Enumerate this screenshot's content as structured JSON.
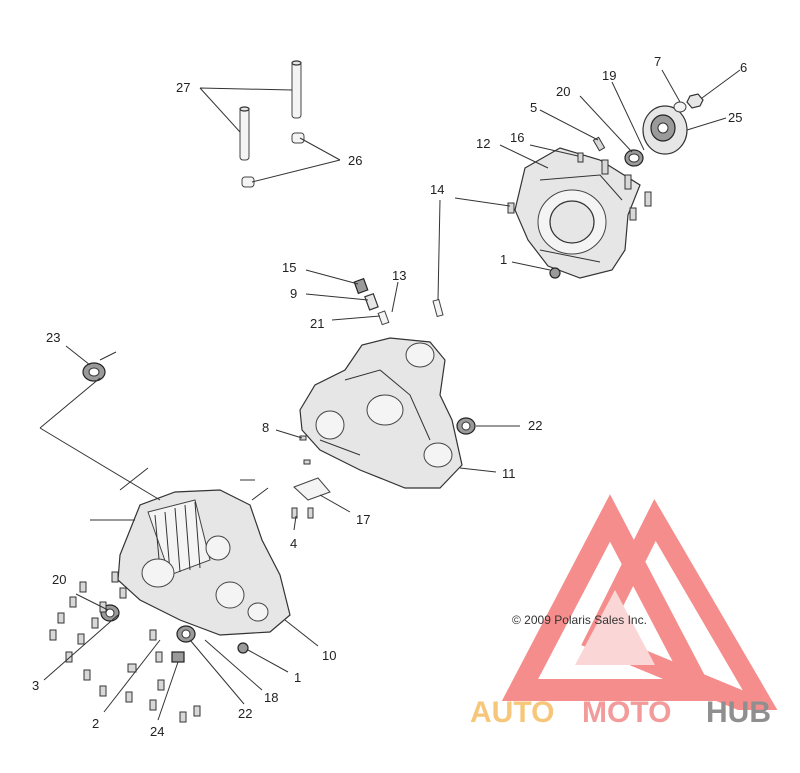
{
  "copyright": "© 2009 Polaris Sales Inc.",
  "watermark": {
    "auto": "AUTO",
    "moto": "MOTO",
    "hub": "HUB",
    "colors": {
      "auto": "#f6c77a",
      "moto": "#f39a9a",
      "hub": "#8f8f8f",
      "triangle": "#f47a7a"
    }
  },
  "callouts": [
    {
      "id": "c27",
      "text": "27"
    },
    {
      "id": "c26",
      "text": "26"
    },
    {
      "id": "c5",
      "text": "5"
    },
    {
      "id": "c20a",
      "text": "20"
    },
    {
      "id": "c19",
      "text": "19"
    },
    {
      "id": "c7",
      "text": "7"
    },
    {
      "id": "c6",
      "text": "6"
    },
    {
      "id": "c25",
      "text": "25"
    },
    {
      "id": "c12",
      "text": "12"
    },
    {
      "id": "c16",
      "text": "16"
    },
    {
      "id": "c14",
      "text": "14"
    },
    {
      "id": "c1a",
      "text": "1"
    },
    {
      "id": "c15",
      "text": "15"
    },
    {
      "id": "c13",
      "text": "13"
    },
    {
      "id": "c9",
      "text": "9"
    },
    {
      "id": "c21",
      "text": "21"
    },
    {
      "id": "c23",
      "text": "23"
    },
    {
      "id": "c22a",
      "text": "22"
    },
    {
      "id": "c8",
      "text": "8"
    },
    {
      "id": "c11",
      "text": "11"
    },
    {
      "id": "c17",
      "text": "17"
    },
    {
      "id": "c4",
      "text": "4"
    },
    {
      "id": "c20b",
      "text": "20"
    },
    {
      "id": "c10",
      "text": "10"
    },
    {
      "id": "c3",
      "text": "3"
    },
    {
      "id": "c1b",
      "text": "1"
    },
    {
      "id": "c18",
      "text": "18"
    },
    {
      "id": "c2",
      "text": "2"
    },
    {
      "id": "c22b",
      "text": "22"
    },
    {
      "id": "c24",
      "text": "24"
    }
  ]
}
